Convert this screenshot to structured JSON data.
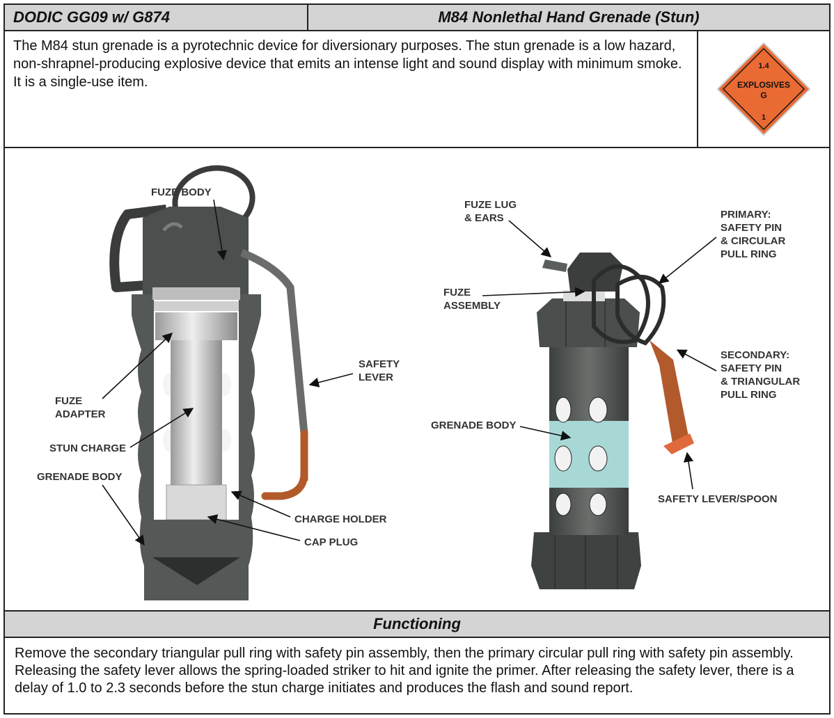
{
  "header": {
    "dodic": "DODIC GG09 w/ G874",
    "item_name": "M84 Nonlethal Hand Grenade (Stun)"
  },
  "description": "The M84 stun grenade is a pyrotechnic device for diversionary purposes. The stun grenade is a low hazard, non-shrapnel-producing explosive device that emits an intense light and sound display with minimum smoke. It is a single-use item.",
  "hazard_placard": {
    "division": "1.4",
    "label": "EXPLOSIVES",
    "compatibility": "G",
    "class_number": "1",
    "color": "#e96a33"
  },
  "figure": {
    "left_labels": {
      "fuze_body": "FUZE BODY",
      "fuze_adapter_1": "FUZE",
      "fuze_adapter_2": "ADAPTER",
      "stun_charge": "STUN CHARGE",
      "grenade_body": "GRENADE BODY",
      "safety_lever_1": "SAFETY",
      "safety_lever_2": "LEVER",
      "charge_holder": "CHARGE HOLDER",
      "cap_plug": "CAP PLUG"
    },
    "right_labels": {
      "fuze_lug_1": "FUZE LUG",
      "fuze_lug_2": "& EARS",
      "fuze_assembly_1": "FUZE",
      "fuze_assembly_2": "ASSEMBLY",
      "primary_1": "PRIMARY:",
      "primary_2": "SAFETY PIN",
      "primary_3": "& CIRCULAR",
      "primary_4": "PULL RING",
      "secondary_1": "SECONDARY:",
      "secondary_2": "SAFETY PIN",
      "secondary_3": "& TRIANGULAR",
      "secondary_4": "PULL RING",
      "grenade_body": "GRENADE BODY",
      "safety_lever_spoon": "SAFETY LEVER/SPOON"
    }
  },
  "functioning": {
    "title": "Functioning",
    "text": "Remove the secondary triangular pull ring with safety pin assembly, then the primary circular pull ring with safety pin assembly. Releasing the safety lever allows the spring-loaded striker to hit and ignite the primer. After releasing the safety lever, there is a delay of 1.0 to 2.3 seconds before the stun charge initiates and produces the flash and sound report."
  }
}
